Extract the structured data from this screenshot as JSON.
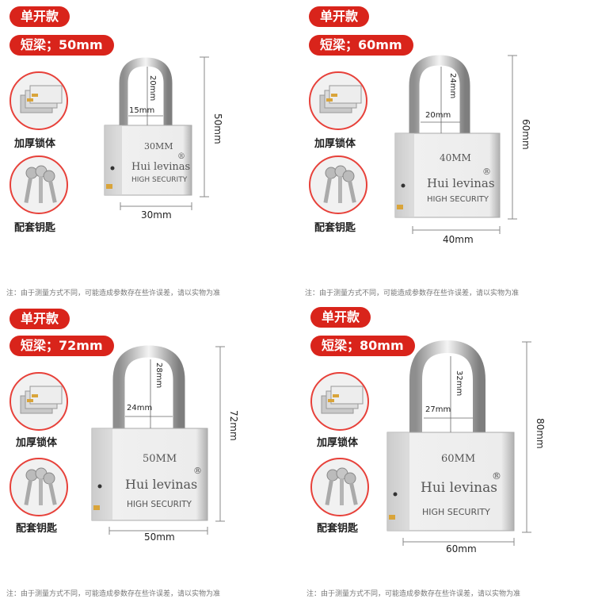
{
  "panels": [
    {
      "tag": "单开款",
      "spec": "短梁；50mm",
      "body_caption": "加厚锁体",
      "keys_caption": "配套钥匙",
      "lock_size": "30MM",
      "brand": "Hui levinas",
      "registered": "®",
      "security": "HIGH SECURITY",
      "shackle_height": "20mm",
      "shackle_width": "15mm",
      "total_height": "50mm",
      "body_width": "30mm",
      "note": "注：由于测量方式不同，可能造成参数存在些许误差，请以实物为准"
    },
    {
      "tag": "单开款",
      "spec": "短梁；60mm",
      "body_caption": "加厚锁体",
      "keys_caption": "配套钥匙",
      "lock_size": "40MM",
      "brand": "Hui levinas",
      "registered": "®",
      "security": "HIGH SECURITY",
      "shackle_height": "24mm",
      "shackle_width": "20mm",
      "total_height": "60mm",
      "body_width": "40mm",
      "note": "注：由于测量方式不同，可能造成参数存在些许误差，请以实物为准"
    },
    {
      "tag": "单开款",
      "spec": "短梁；72mm",
      "body_caption": "加厚锁体",
      "keys_caption": "配套钥匙",
      "lock_size": "50MM",
      "brand": "Hui levinas",
      "registered": "®",
      "security": "HIGH SECURITY",
      "shackle_height": "28mm",
      "shackle_width": "24mm",
      "total_height": "72mm",
      "body_width": "50mm",
      "note": "注：由于测量方式不同，可能造成参数存在些许误差，请以实物为准"
    },
    {
      "tag": "单开款",
      "spec": "短梁；80mm",
      "body_caption": "加厚锁体",
      "keys_caption": "配套钥匙",
      "lock_size": "60MM",
      "brand": "Hui levinas",
      "registered": "®",
      "security": "HIGH SECURITY",
      "shackle_height": "32mm",
      "shackle_width": "27mm",
      "total_height": "80mm",
      "body_width": "60mm",
      "note": "注：由于测量方式不同，可能造成参数存在些许误差，请以实物为准"
    }
  ]
}
